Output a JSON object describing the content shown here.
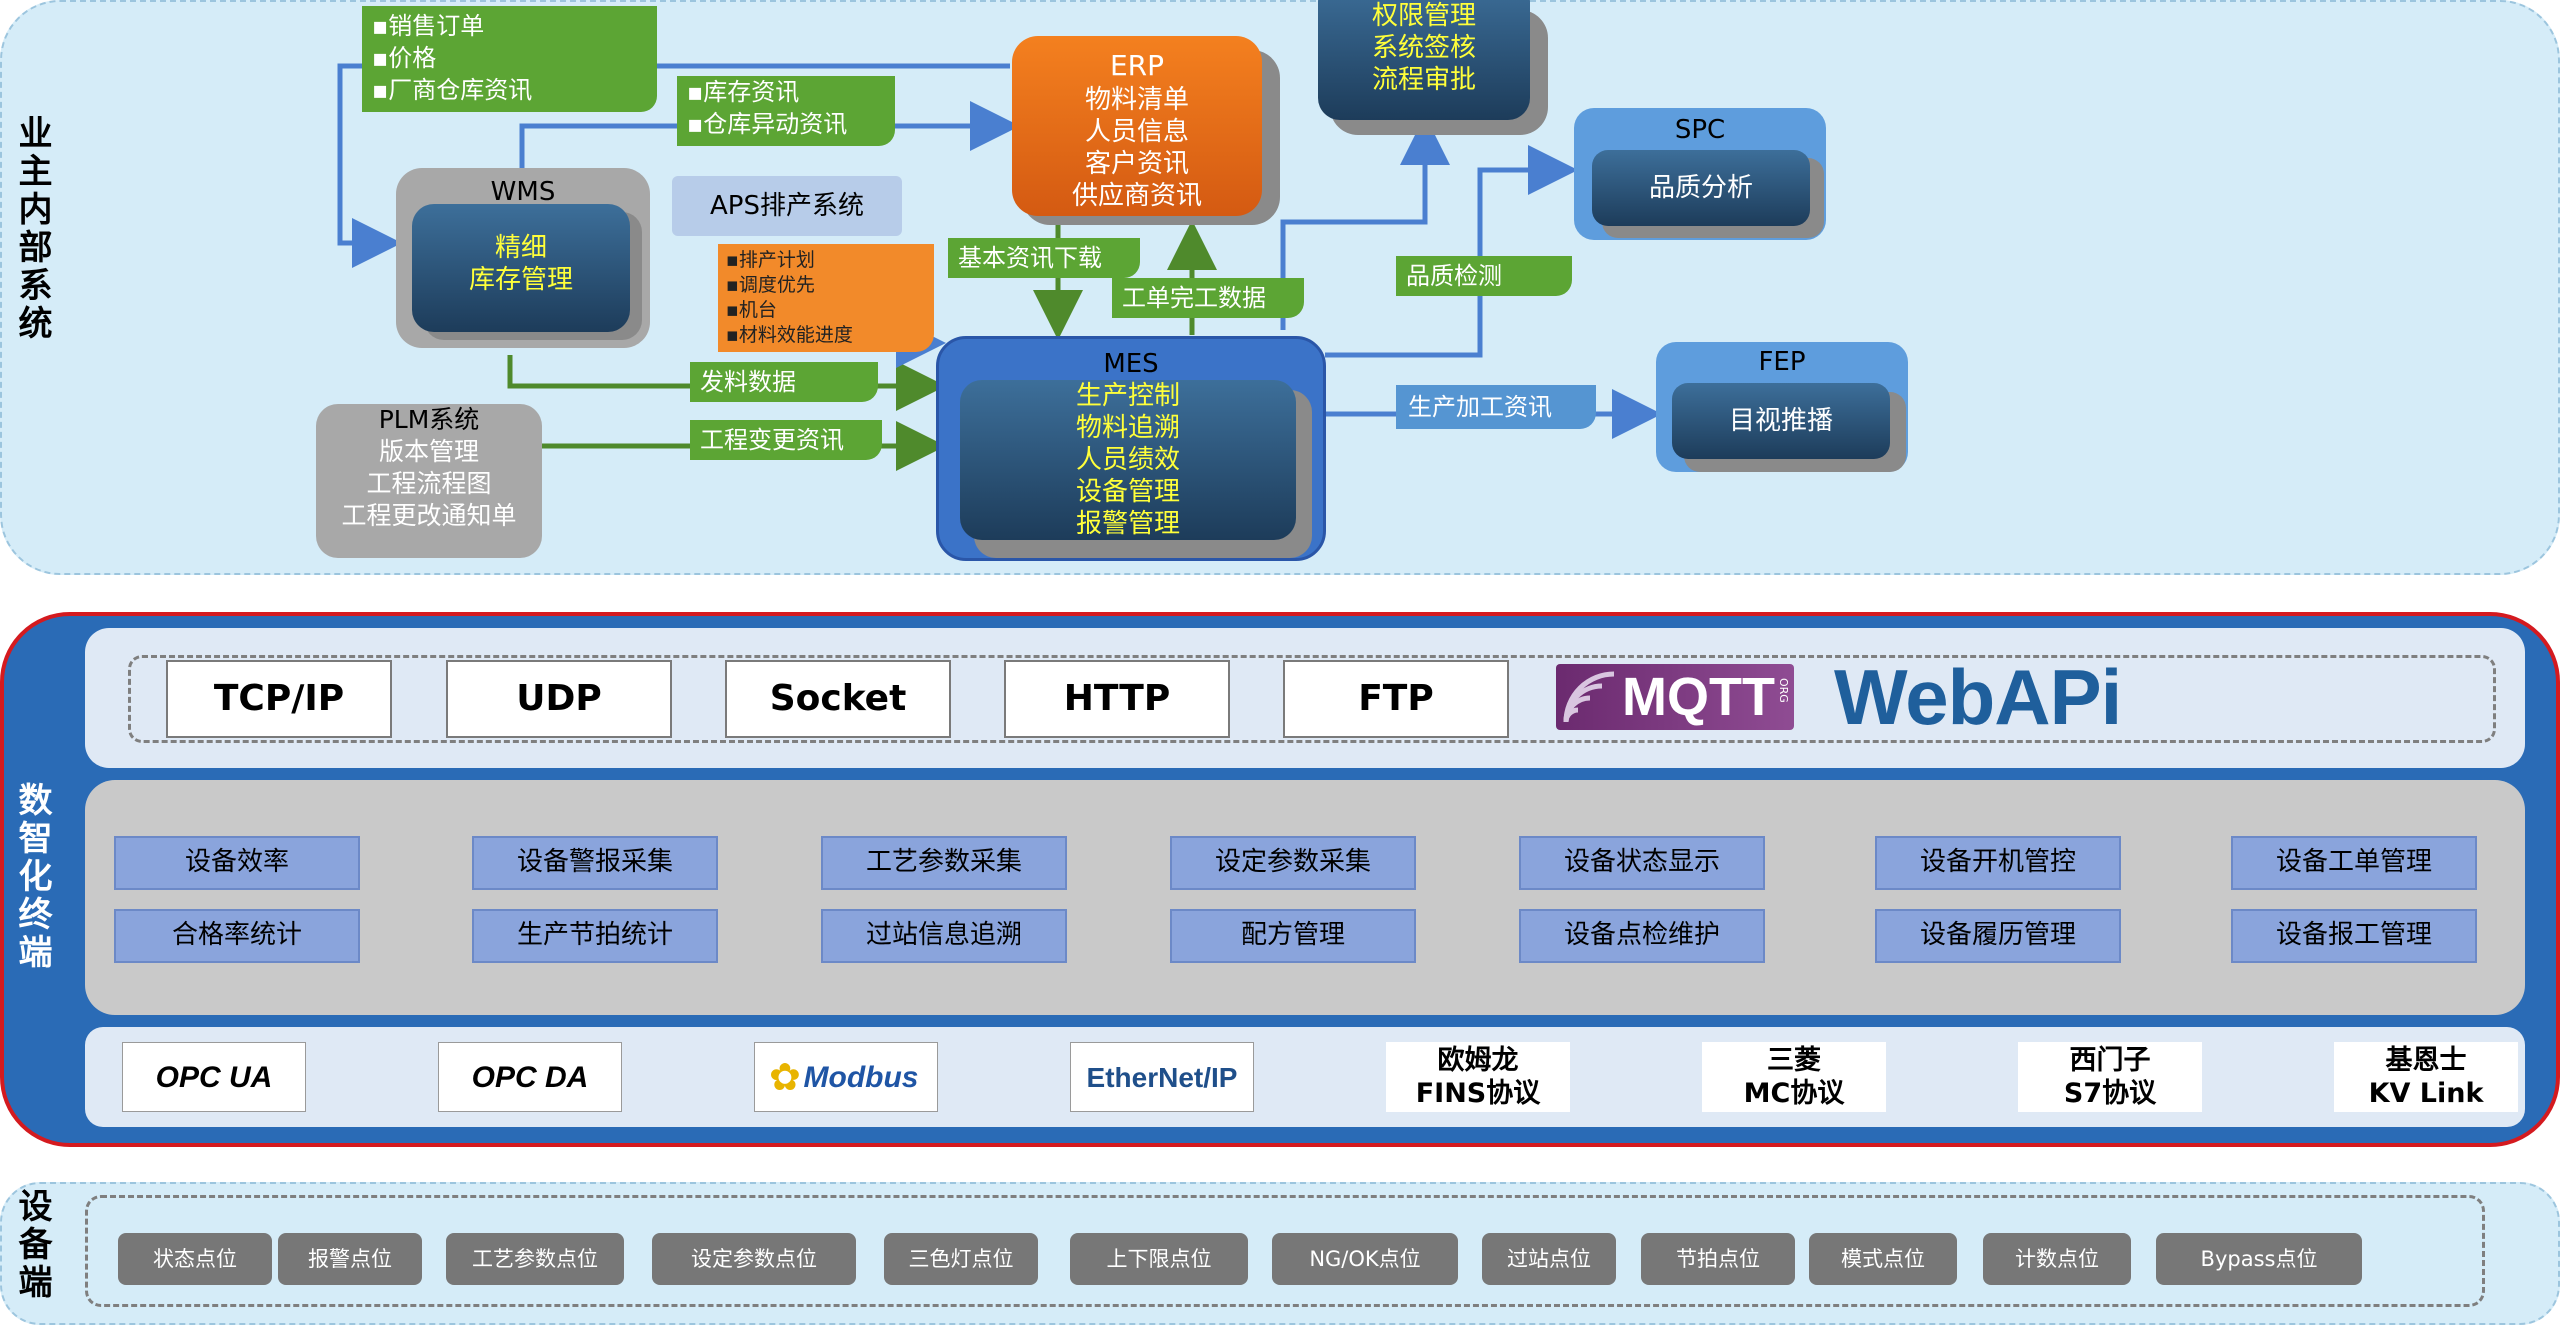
{
  "sections": {
    "top_label": "业主内部系统",
    "mid_label": "数智化终端",
    "bot_label": "设备端"
  },
  "erp": {
    "title": "ERP",
    "items": [
      "物料清单",
      "人员信息",
      "客户资讯",
      "供应商资讯"
    ]
  },
  "perm": {
    "items": [
      "权限管理",
      "系统签核",
      "流程审批"
    ]
  },
  "spc": {
    "title": "SPC",
    "inner": "品质分析"
  },
  "fep": {
    "title": "FEP",
    "inner": "目视推播"
  },
  "wms": {
    "title": "WMS",
    "inner": [
      "精细",
      "库存管理"
    ]
  },
  "aps": {
    "title": "APS排产系统",
    "items": [
      "▪排产计划",
      "▪调度优先",
      "▪机台",
      "▪材料效能进度"
    ]
  },
  "mes": {
    "title": "MES",
    "items": [
      "生产控制",
      "物料追溯",
      "人员绩效",
      "设备管理",
      "报警管理"
    ]
  },
  "plm": {
    "title": "PLM系统",
    "items": [
      "版本管理",
      "工程流程图",
      "工程更改通知单"
    ]
  },
  "flows": {
    "sales": [
      "▪销售订单",
      "▪价格",
      "▪厂商仓库资讯"
    ],
    "inventory": [
      "▪库存资讯",
      "▪仓库异动资讯"
    ],
    "base_download": "基本资讯下载",
    "work_order_done": "工单完工数据",
    "quality_check": "品质检测",
    "material_issue": "发料数据",
    "engineering_change": "工程变更资讯",
    "production_info": "生产加工资讯"
  },
  "protocols": [
    "TCP/IP",
    "UDP",
    "Socket",
    "HTTP",
    "FTP"
  ],
  "logos": {
    "mqtt": "MQTT",
    "mqtt_org": "ORG",
    "webapi": "WebAPi"
  },
  "functions": [
    [
      "设备效率",
      "设备警报采集",
      "工艺参数采集",
      "设定参数采集",
      "设备状态显示",
      "设备开机管控",
      "设备工单管理"
    ],
    [
      "合格率统计",
      "生产节拍统计",
      "过站信息追溯",
      "配方管理",
      "设备点检维护",
      "设备履历管理",
      "设备报工管理"
    ]
  ],
  "device_protocols": {
    "opcua": "OPC UA",
    "opcda": "OPC DA",
    "modbus": "Modbus",
    "ethernetip": "EtherNet/IP",
    "omron": [
      "欧姆龙",
      "FINS协议"
    ],
    "mitsubishi": [
      "三菱",
      "MC协议"
    ],
    "siemens": [
      "西门子",
      "S7协议"
    ],
    "keyence": [
      "基恩士",
      "KV Link"
    ]
  },
  "points": [
    "状态点位",
    "报警点位",
    "工艺参数点位",
    "设定参数点位",
    "三色灯点位",
    "上下限点位",
    "NG/OK点位",
    "过站点位",
    "节拍点位",
    "模式点位",
    "计数点位",
    "Bypass点位"
  ],
  "colors": {
    "erp": "#ef7320",
    "mes": "#3b73c8",
    "green_tag": "#5ca534",
    "blue_tag": "#5595d2",
    "red_border": "#d41a1f",
    "dark_inner": "#1d3c5a",
    "yellow_text": "#ffff3a"
  }
}
